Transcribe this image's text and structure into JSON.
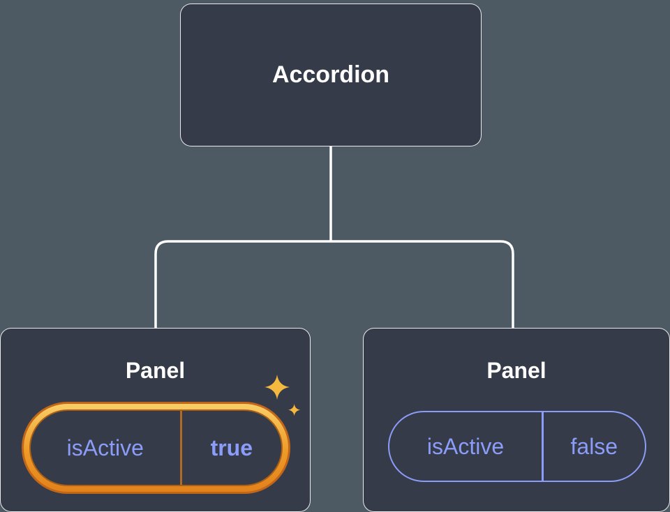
{
  "background_color": "#4D5A64",
  "tree": {
    "root": {
      "label": "Accordion"
    },
    "panels": [
      {
        "title": "Panel",
        "prop_name": "isActive",
        "prop_value": "true",
        "highlighted": true
      },
      {
        "title": "Panel",
        "prop_name": "isActive",
        "prop_value": "false",
        "highlighted": false
      }
    ]
  },
  "icons": {
    "sparkles": "sparkles-icon"
  },
  "colors": {
    "box_fill": "#353B48",
    "box_border": "#FFFFFF",
    "connector_line": "#FFFFFF",
    "prop_text_purple": "#8B9CF9",
    "highlight_ring_orange": "#E8921E",
    "highlight_ring_edge": "#C2661A",
    "sparkle_gold": "#F6B93F"
  }
}
